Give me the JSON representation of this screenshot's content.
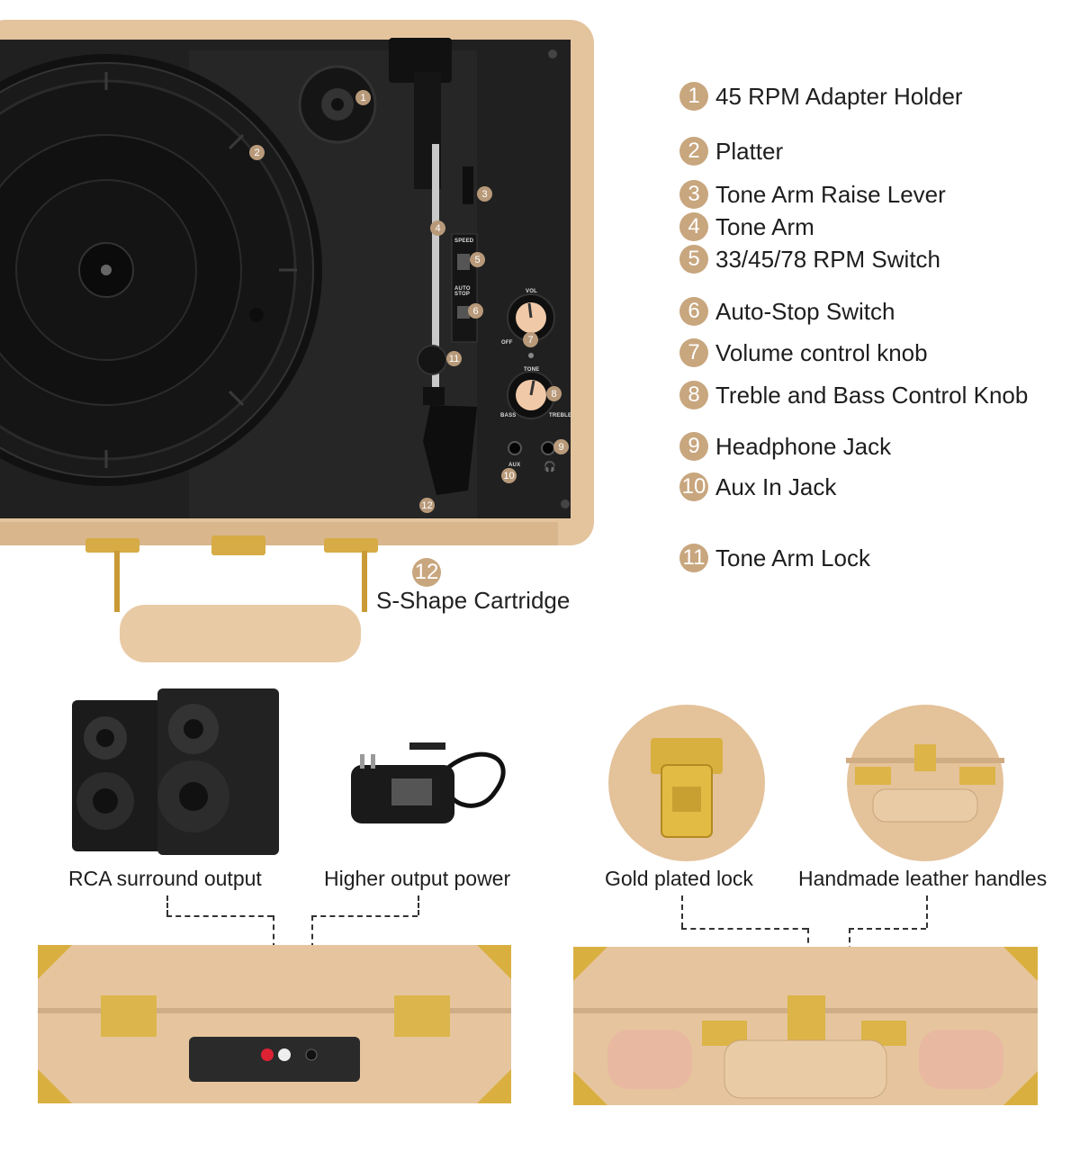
{
  "callouts": [
    {
      "num": "1",
      "label": "45 RPM Adapter Holder"
    },
    {
      "num": "2",
      "label": "Platter"
    },
    {
      "num": "3",
      "label": "Tone Arm Raise Lever"
    },
    {
      "num": "4",
      "label": "Tone Arm"
    },
    {
      "num": "5",
      "label": "33/45/78 RPM Switch"
    },
    {
      "num": "6",
      "label": "Auto-Stop Switch"
    },
    {
      "num": "7",
      "label": "Volume control knob"
    },
    {
      "num": "8",
      "label": "Treble and Bass Control Knob"
    },
    {
      "num": "9",
      "label": "Headphone Jack"
    },
    {
      "num": "10",
      "label": "Aux In Jack"
    },
    {
      "num": "11",
      "label": "Tone Arm Lock"
    }
  ],
  "cartridge": {
    "num": "12",
    "label": "S-Shape Cartridge"
  },
  "panel_labels": {
    "vol": "VOL",
    "off": "OFF",
    "tone": "TONE",
    "bass": "BASS",
    "treble": "TREBLE",
    "aux": "AUX",
    "speed": "SPEED",
    "auto_stop": "AUTO STOP"
  },
  "features": {
    "rca": "RCA surround output",
    "power": "Higher output power",
    "lock": "Gold plated lock",
    "handles": "Handmade leather handles"
  },
  "colors": {
    "badge": "#c8a67e",
    "leather": "#e8c9a2",
    "gold": "#d9b040",
    "deck": "#1c1c1c"
  }
}
